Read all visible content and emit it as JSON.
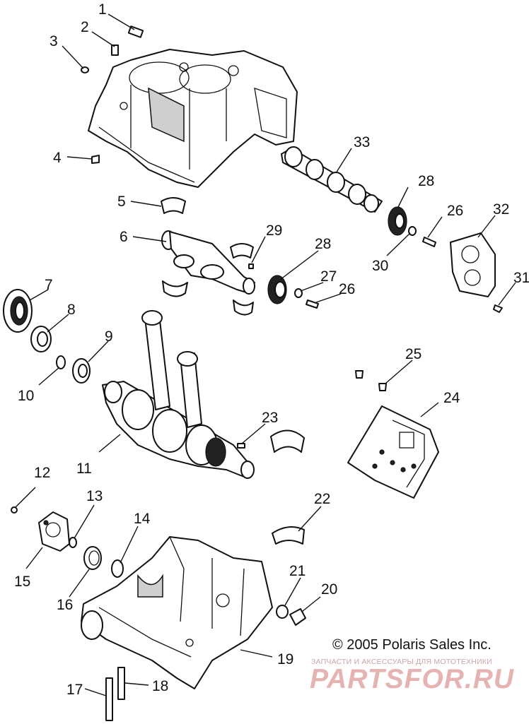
{
  "diagram": {
    "callouts": [
      {
        "id": "1",
        "label": "1"
      },
      {
        "id": "2",
        "label": "2"
      },
      {
        "id": "3",
        "label": "3"
      },
      {
        "id": "4",
        "label": "4"
      },
      {
        "id": "5",
        "label": "5"
      },
      {
        "id": "6",
        "label": "6"
      },
      {
        "id": "7",
        "label": "7"
      },
      {
        "id": "8",
        "label": "8"
      },
      {
        "id": "9",
        "label": "9"
      },
      {
        "id": "10",
        "label": "10"
      },
      {
        "id": "11",
        "label": "11"
      },
      {
        "id": "12",
        "label": "12"
      },
      {
        "id": "13",
        "label": "13"
      },
      {
        "id": "14",
        "label": "14"
      },
      {
        "id": "15",
        "label": "15"
      },
      {
        "id": "16",
        "label": "16"
      },
      {
        "id": "17",
        "label": "17"
      },
      {
        "id": "18",
        "label": "18"
      },
      {
        "id": "19",
        "label": "19"
      },
      {
        "id": "20",
        "label": "20"
      },
      {
        "id": "21",
        "label": "21"
      },
      {
        "id": "22",
        "label": "22"
      },
      {
        "id": "23",
        "label": "23"
      },
      {
        "id": "24",
        "label": "24"
      },
      {
        "id": "25",
        "label": "25"
      },
      {
        "id": "26a",
        "label": "26"
      },
      {
        "id": "26b",
        "label": "26"
      },
      {
        "id": "27",
        "label": "27"
      },
      {
        "id": "28a",
        "label": "28"
      },
      {
        "id": "28b",
        "label": "28"
      },
      {
        "id": "29",
        "label": "29"
      },
      {
        "id": "30",
        "label": "30"
      },
      {
        "id": "31",
        "label": "31"
      },
      {
        "id": "32",
        "label": "32"
      },
      {
        "id": "33",
        "label": "33"
      }
    ]
  },
  "copyright": "© 2005 Polaris Sales Inc.",
  "watermark": {
    "subtitle": "ЗАПЧАСТИ И АКСЕССУАРЫ ДЛЯ МОТОТЕХНИКИ",
    "logo": "PARTSFOR.RU"
  }
}
